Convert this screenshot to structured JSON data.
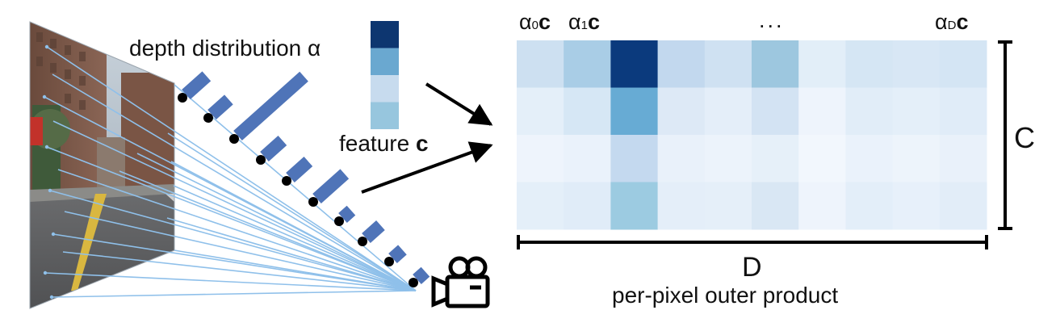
{
  "labels": {
    "depth_distribution": "depth distribution α",
    "feature_prefix": "feature ",
    "feature_symbol": "c",
    "col_a0_alpha": "α",
    "col_a0_sub": "0",
    "col_a1_alpha": "α",
    "col_a1_sub": "1",
    "col_ellipsis": "...",
    "col_aD_alpha": "α",
    "col_aD_sub": "D",
    "col_c": "c",
    "axis_c": "C",
    "axis_d": "D",
    "caption": "per-pixel outer product"
  },
  "colors": {
    "ray": "#8fc0ea",
    "bar": "#4f74b8",
    "point": "#000000",
    "feature_vector": [
      "#0d3670",
      "#6aa8d0",
      "#c7dbee",
      "#97c6de"
    ],
    "grid": [
      [
        "#cde0f1",
        "#a9cde6",
        "#0b3a7d",
        "#c2d8ee",
        "#cfe1f2",
        "#9dc7df",
        "#e2eef8",
        "#d5e6f4",
        "#d8e7f5",
        "#d4e5f4"
      ],
      [
        "#e4eff9",
        "#d6e7f5",
        "#67abd4",
        "#dde9f6",
        "#e4eef9",
        "#d3e3f3",
        "#eef4fc",
        "#e1edf8",
        "#e4eff9",
        "#e0ecf8"
      ],
      [
        "#eef4fc",
        "#eaf2fb",
        "#c4d9ef",
        "#e9f1fa",
        "#ecf3fb",
        "#e6f0f9",
        "#f2f7fd",
        "#eaf2fb",
        "#edf4fb",
        "#e9f1fa"
      ],
      [
        "#e4eff9",
        "#e0ecf8",
        "#9ccbe1",
        "#e4eef9",
        "#e5eff9",
        "#d9e7f4",
        "#eef4fc",
        "#e3eef9",
        "#e7f0fa",
        "#e2edf8"
      ]
    ]
  },
  "icons": {
    "camera": "video-camera-icon",
    "street_photo": "street-scene-image"
  }
}
